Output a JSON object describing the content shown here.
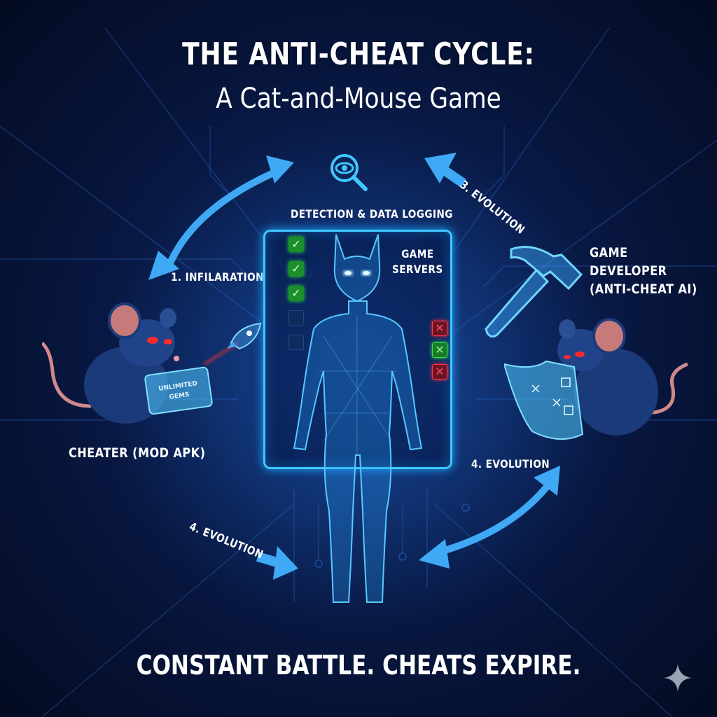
{
  "header": {
    "title": "THE ANTI-CHEAT CYCLE:",
    "subtitle": "A Cat-and-Mouse Game"
  },
  "center": {
    "detection_label": "DETECTION & DATA LOGGING",
    "detection_icon": "magnifier-eye-icon",
    "servers_label_line1": "GAME",
    "servers_label_line2": "SERVERS",
    "figure": "wireframe-cat-figure",
    "left_checks": [
      "check",
      "check",
      "check",
      "empty",
      "empty"
    ],
    "right_marks": [
      "x-red",
      "x-green",
      "x-red"
    ]
  },
  "cheater": {
    "label": "CHEATER (MOD APK)",
    "tablet_text_line1": "UNLIMITED",
    "tablet_text_line2": "GEMS",
    "icon": "rocket-icon"
  },
  "developer": {
    "label_line1": "GAME",
    "label_line2": "DEVELOPER",
    "label_line3": "(ANTI-CHEAT AI)",
    "icon": "hammer-icon"
  },
  "steps": {
    "step1": "1. INFILARATION",
    "step3": "3. EVOLUTION",
    "step4_right": "4. EVOLUTION",
    "step4_left": "4. EVOLUTION"
  },
  "footer": {
    "tagline": "CONSTANT BATTLE. CHEATS EXPIRE."
  },
  "colors": {
    "background": "#071438",
    "accent_blue": "#3fa9f5",
    "glow_cyan": "#3fc7ff",
    "check_green": "#1a8f2a",
    "x_red": "#ff3a4e",
    "eye_red": "#ff2a2a"
  }
}
